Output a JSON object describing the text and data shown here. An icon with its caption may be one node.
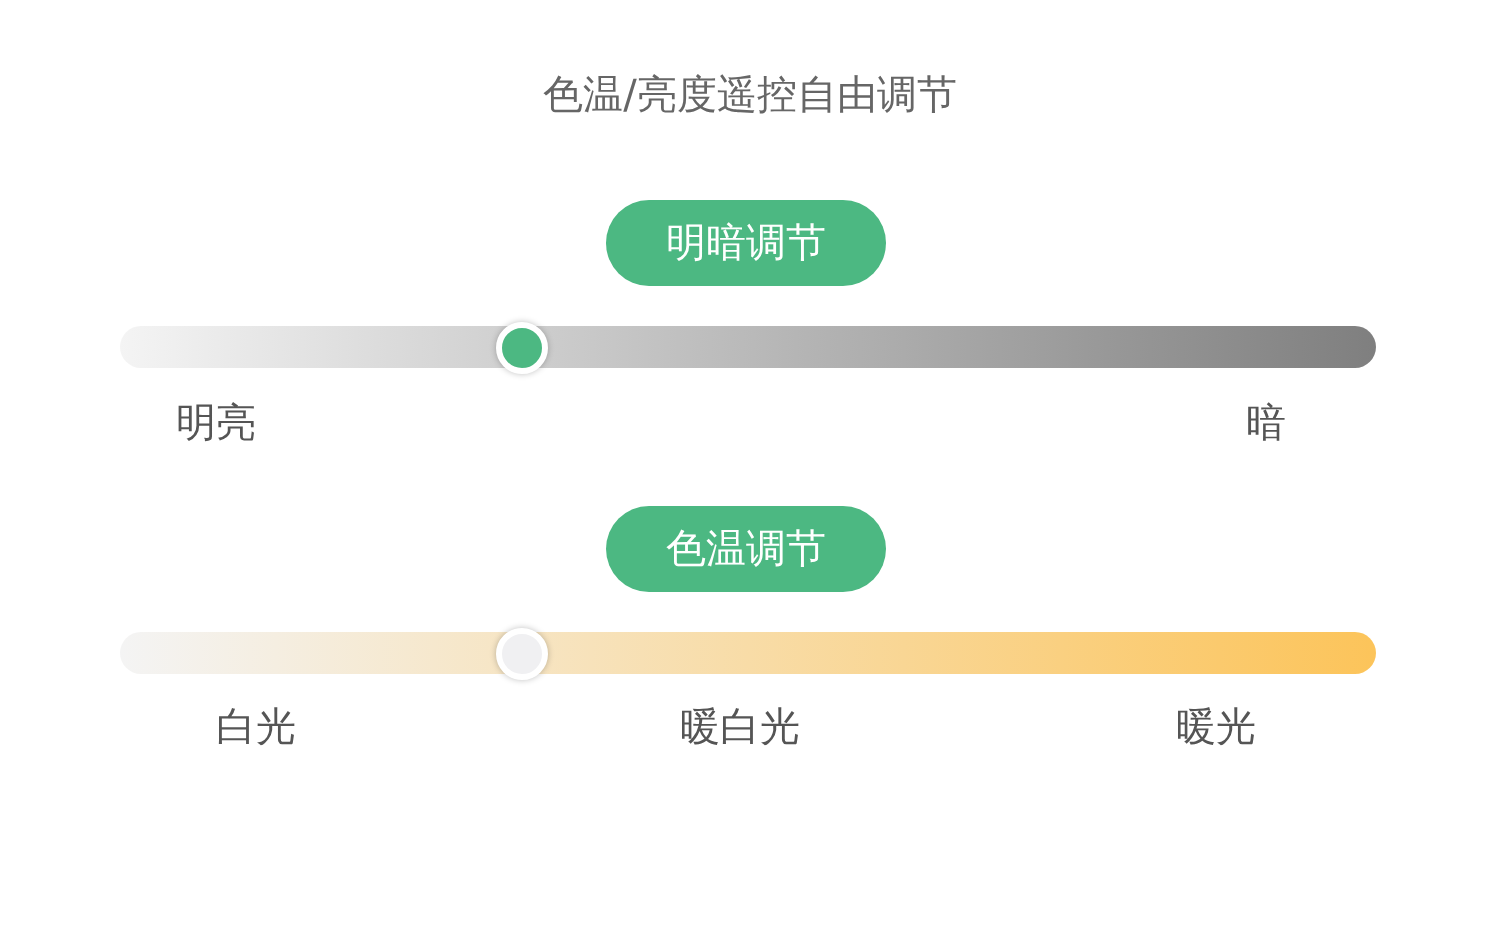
{
  "diagram": {
    "title": "色温/亮度遥控自由调节",
    "nodes": [
      {
        "text": [
          "明暗调节"
        ]
      },
      {
        "text": [
          "色温调节"
        ]
      }
    ],
    "labels": [
      "明亮",
      "暗",
      "白光",
      "暖白光",
      "暖光"
    ]
  }
}
